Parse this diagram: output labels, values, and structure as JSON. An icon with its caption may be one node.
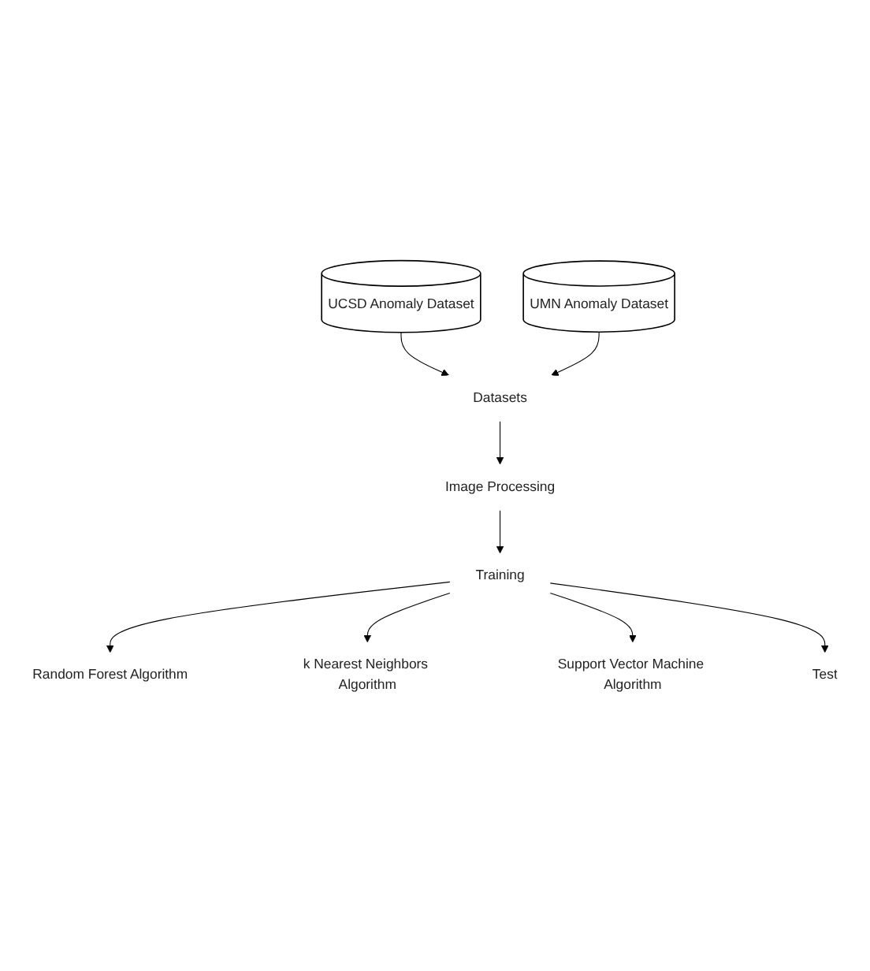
{
  "diagram": {
    "nodes": [
      {
        "text": [
          "Datasets"
        ]
      },
      {
        "text": [
          "UCSD Anomaly Dataset"
        ]
      },
      {
        "text": [
          "UMN Anomaly Dataset"
        ]
      },
      {
        "text": [
          "Image Processing"
        ]
      },
      {
        "text": [
          "Training"
        ]
      },
      {
        "text": [
          "Random Forest Algorithm"
        ]
      },
      {
        "text": [
          "k Nearest Neighbors Algorithm"
        ]
      },
      {
        "text": [
          "Support Vector Machine Algorithm"
        ]
      },
      {
        "text": [
          "Test"
        ]
      }
    ],
    "edges": [
      {
        "from": 1,
        "to": 0,
        "arrow": "to"
      },
      {
        "from": 2,
        "to": 0,
        "arrow": "to"
      },
      {
        "from": 0,
        "to": 3,
        "arrow": "to"
      },
      {
        "from": 3,
        "to": 4,
        "arrow": "to"
      },
      {
        "from": 4,
        "to": 5,
        "arrow": "to"
      },
      {
        "from": 4,
        "to": 6,
        "arrow": "to"
      },
      {
        "from": 4,
        "to": 7,
        "arrow": "to"
      },
      {
        "from": 4,
        "to": 8,
        "arrow": "to"
      }
    ]
  }
}
